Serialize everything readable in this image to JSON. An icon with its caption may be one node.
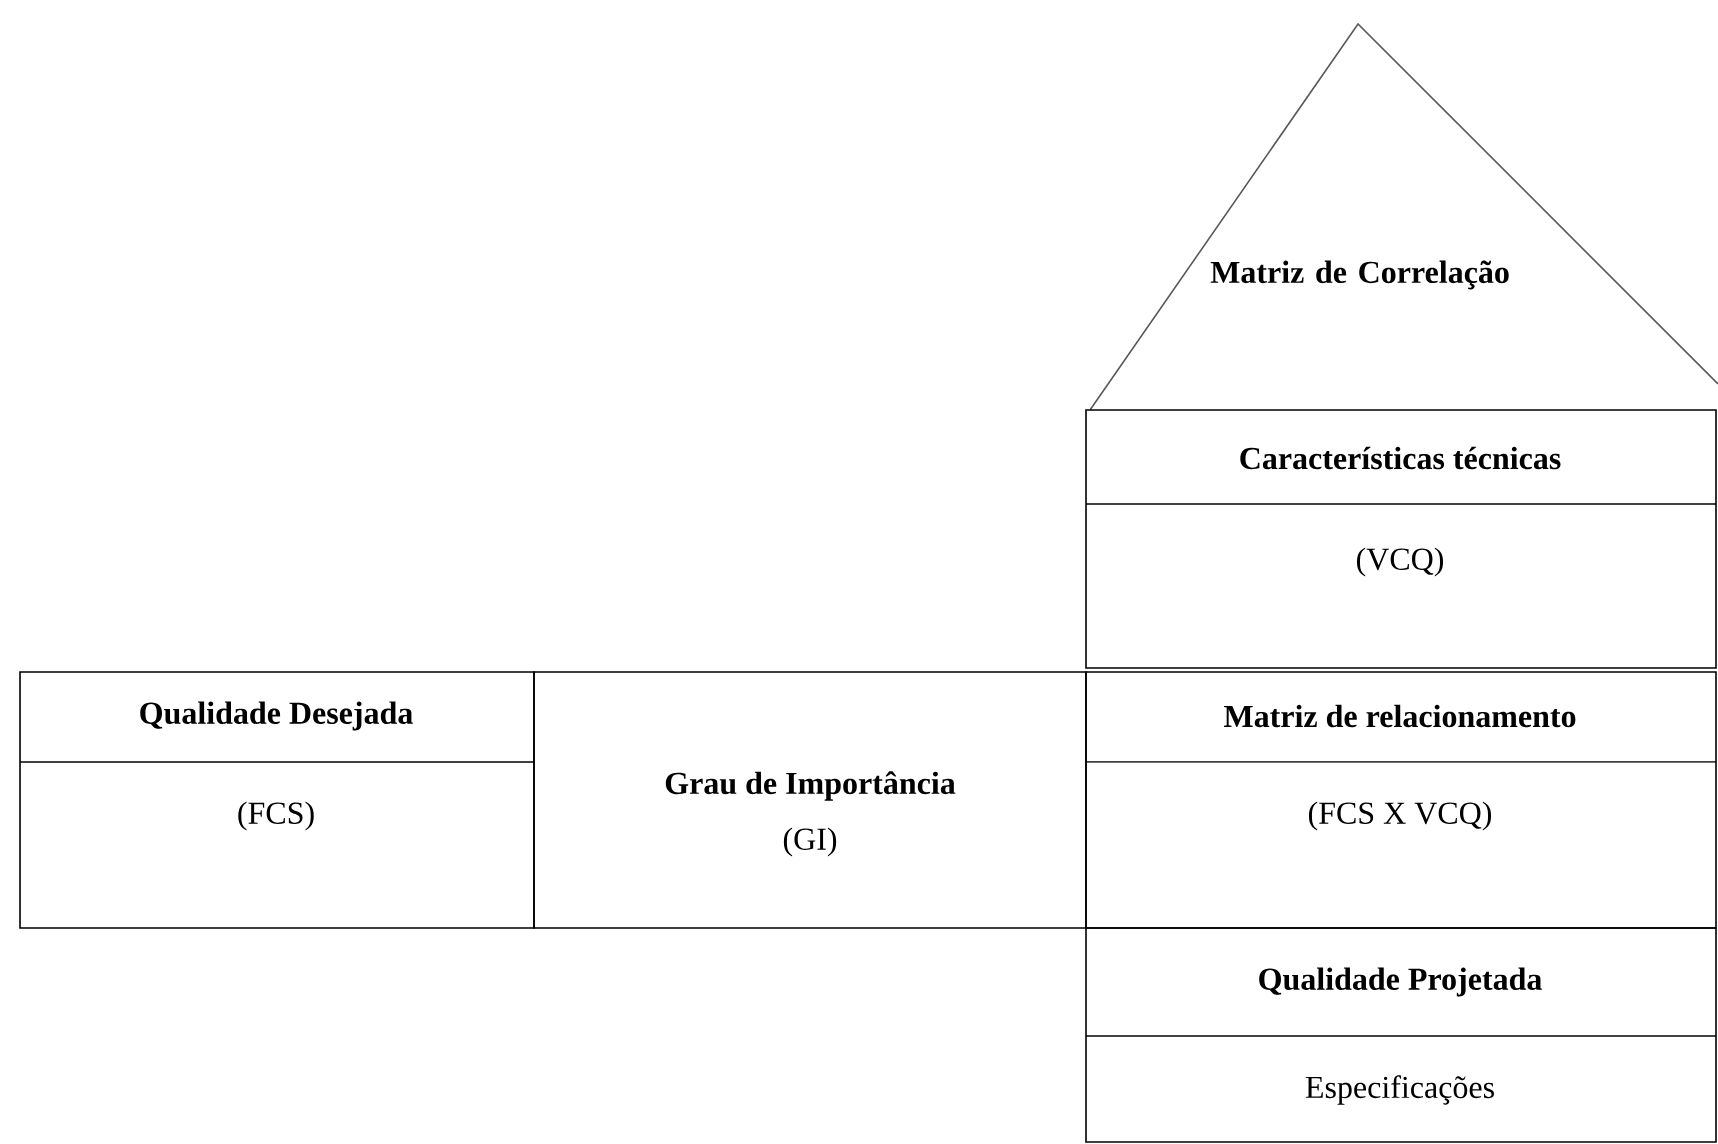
{
  "diagram": {
    "nodes": [
      {
        "text": [
          "Matriz de Correlação"
        ]
      },
      {
        "text": [
          "Características técnicas",
          "(VCQ)"
        ]
      },
      {
        "text": [
          "Qualidade Desejada",
          "(FCS)"
        ]
      },
      {
        "text": [
          "Grau de Importância",
          "(GI)"
        ]
      },
      {
        "text": [
          "Matriz de relacionamento",
          "(FCS X VCQ)"
        ]
      },
      {
        "text": [
          "Qualidade Projetada",
          "Especificações"
        ]
      }
    ]
  }
}
